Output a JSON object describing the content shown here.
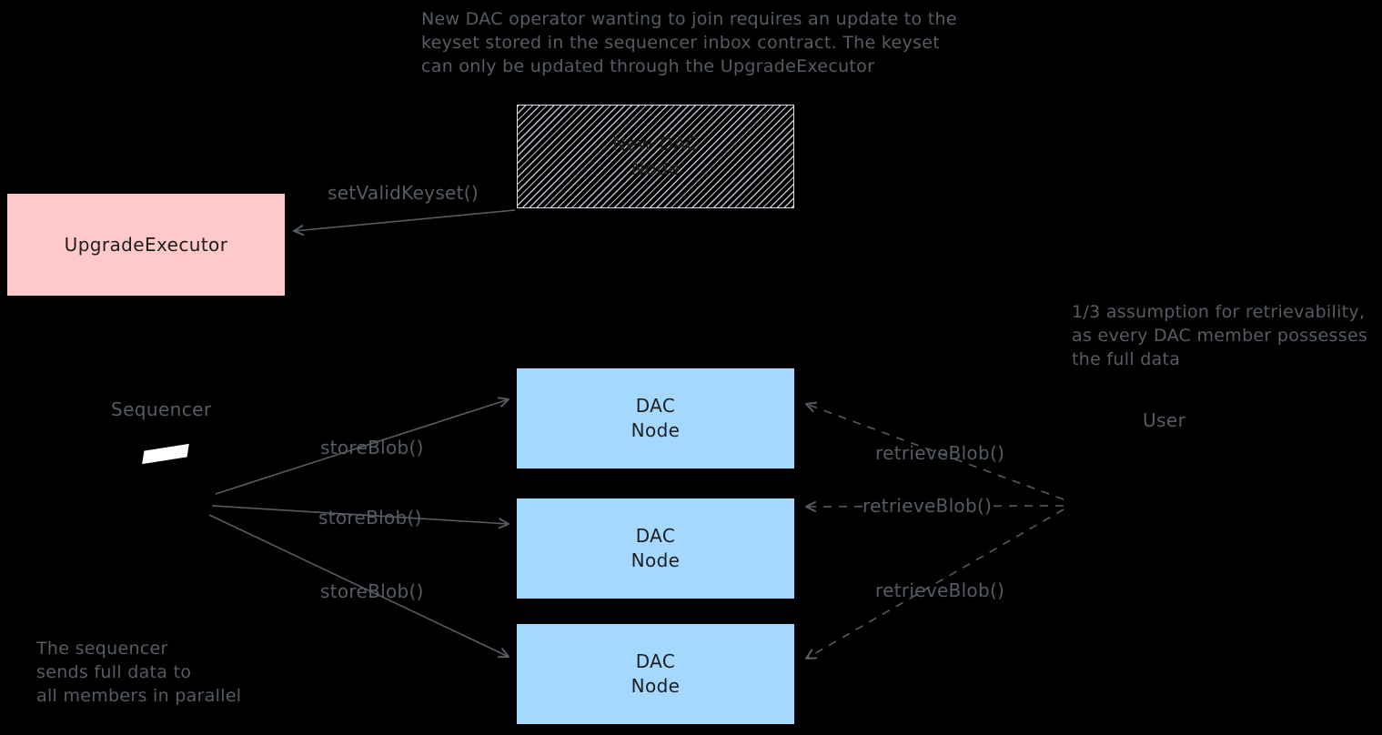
{
  "colors": {
    "background": "#000000",
    "upgrade_executor_fill": "#ffc9c9",
    "dac_node_fill": "#a5d8ff",
    "box_text": "#1e1e1e",
    "diagram_gray": "#565c63",
    "hatch_line": "#d9e2ec",
    "sequencer_shape": "#ffffff"
  },
  "annotations": {
    "top_note": {
      "lines": [
        "New DAC operator wanting to join requires an update to the",
        "keyset stored in the sequencer inbox contract. The keyset",
        "can only be updated through the UpgradeExecutor"
      ]
    },
    "retrievability_note": {
      "lines": [
        "1/3 assumption for retrievability,",
        "as every DAC member possesses",
        "the full data"
      ]
    },
    "sequencer_note": {
      "lines": [
        "The sequencer",
        "sends full data to",
        "all members in parallel"
      ]
    }
  },
  "nodes": {
    "new_dac_node": {
      "lines": [
        "New DAC",
        "Node"
      ]
    },
    "upgrade_executor": {
      "label": "UpgradeExecutor"
    },
    "dac_node_1": {
      "lines": [
        "DAC",
        "Node"
      ]
    },
    "dac_node_2": {
      "lines": [
        "DAC",
        "Node"
      ]
    },
    "dac_node_3": {
      "lines": [
        "DAC",
        "Node"
      ]
    },
    "sequencer": {
      "label": "Sequencer"
    },
    "user": {
      "label": "User"
    }
  },
  "edges": {
    "set_valid_keyset": {
      "label": "setValidKeyset()",
      "style": "solid"
    },
    "store_blob_1": {
      "label": "storeBlob()",
      "style": "solid"
    },
    "store_blob_2": {
      "label": "storeBlob()",
      "style": "solid"
    },
    "store_blob_3": {
      "label": "storeBlob()",
      "style": "solid"
    },
    "retrieve_blob_1": {
      "label": "retrieveBlob()",
      "style": "dashed"
    },
    "retrieve_blob_2": {
      "label": "retrieveBlob()",
      "style": "dashed"
    },
    "retrieve_blob_3": {
      "label": "retrieveBlob()",
      "style": "dashed"
    }
  }
}
